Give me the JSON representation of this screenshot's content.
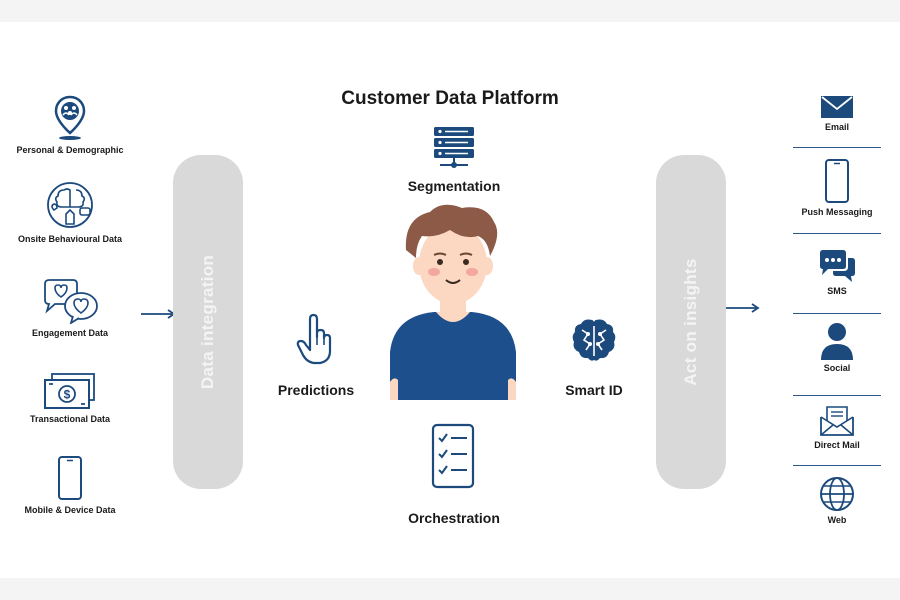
{
  "title": "Customer Data Platform",
  "sources": [
    {
      "label": "Personal & Demographic",
      "icon": "location-pin-people-icon"
    },
    {
      "label": "Onsite Behavioural Data",
      "icon": "brain-network-icon"
    },
    {
      "label": "Engagement Data",
      "icon": "chat-heart-icon"
    },
    {
      "label": "Transactional Data",
      "icon": "banknotes-icon"
    },
    {
      "label": "Mobile & Device Data",
      "icon": "smartphone-icon"
    }
  ],
  "integration_label": "Data integration",
  "insights_label": "Act on insights",
  "center": {
    "segmentation": "Segmentation",
    "predictions": "Predictions",
    "smart_id": "Smart ID",
    "orchestration": "Orchestration"
  },
  "channels": [
    {
      "label": "Email",
      "icon": "envelope-icon"
    },
    {
      "label": "Push Messaging",
      "icon": "smartphone-icon"
    },
    {
      "label": "SMS",
      "icon": "chat-bubbles-icon"
    },
    {
      "label": "Social",
      "icon": "person-icon"
    },
    {
      "label": "Direct Mail",
      "icon": "mail-letter-icon"
    },
    {
      "label": "Web",
      "icon": "globe-icon"
    }
  ],
  "colors": {
    "navy": "#1c4a7d",
    "pill": "#d9d9d9",
    "skin": "#fcd7c1",
    "hair": "#8c5a46",
    "shirt": "#1d4f8c"
  }
}
